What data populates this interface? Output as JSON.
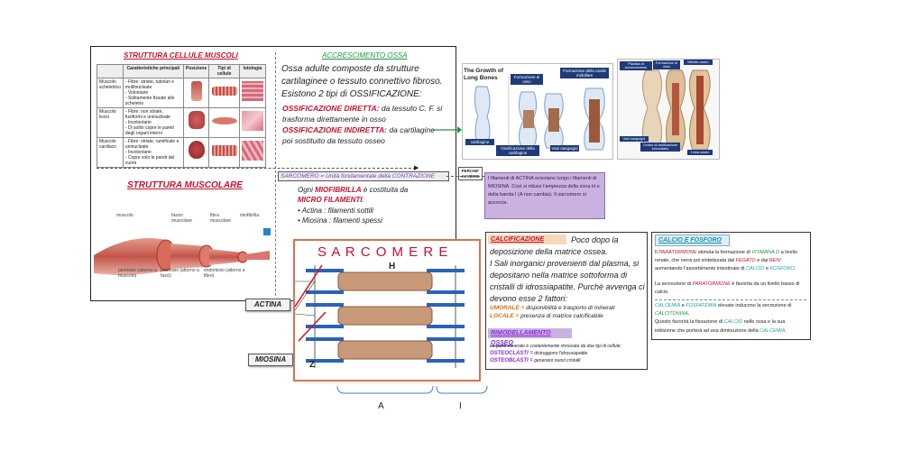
{
  "left_panel": {
    "table_title": "STRUTTURA CELLULE MUSCOLI",
    "table": {
      "headers": [
        "",
        "Caratteristiche principali",
        "Posizione",
        "Tipi di cellule",
        "Istologia"
      ],
      "rows": [
        {
          "name": "Muscolo scheletrico",
          "text": "- Fibre: striate, tubolari e multinucleate\n- Volontarie\n- Solitamente fissate alle scheletro"
        },
        {
          "name": "Muscolo liscio",
          "text": "- Fibre: non striate, fusiformi e uninucleate\n- Involontarie\n- Di solito copre le pareti degli organi interni"
        },
        {
          "name": "Muscolo cardiaco",
          "text": "- Fibre: striate, ramificate e uninucleate\n- Involontarie\n- Copre solo le pareti del cuore"
        }
      ]
    },
    "structure_title": "STRUTTURA MUSCOLARE",
    "diagram_labels": [
      "muscolo",
      "fascio muscolare",
      "fibra muscolare",
      "miofibrilla"
    ],
    "sub_labels": [
      "perimisio (attorno a muscolo)",
      "perimisio (attorno a fasci)",
      "endomisio (attorno a fibre)"
    ]
  },
  "growth": {
    "title_line1": "ACCRESCIMENTO OSSA",
    "body": "Ossa adulte composte da strutture cartilaginee o tessuto connettivo fibroso. Esistono 2 tipi di OSSIFICAZIONE:",
    "direct_label": "OSSIFICAZIONE DIRETTA:",
    "direct_text": " da tessuto C. F. si trasforma direttamente in osso",
    "indirect_label": "OSSIFICAZIONE INDIRETTA:",
    "indirect_text": " da cartilagine poi sostituito da tessuto osseo"
  },
  "long_bones": {
    "title": "The Growth of Long Bones",
    "labels": [
      "Formazione di osso",
      "Formazione della cavità midollare",
      "cartilagine",
      "Ossificazione della cartilagine",
      "Vasi sanguigni"
    ]
  },
  "photo_labels": [
    "Plastica di accrescimento",
    "Formazione di osso",
    "Midollo osseo",
    "Vasi sanguigni",
    "Centro di ossificazione secondario",
    "Linea osseo"
  ],
  "sarcomere_def": {
    "text": "SARCOMERO = Unità fondamentale della CONTRAZIONE",
    "perche": "PERCHE' AVVIENE"
  },
  "actin_note": {
    "text": "I filamenti di ACTINA scivolano lungo i filamenti di MIOSINA. Così si riduce l'ampiezza della zona H e della banda I (A non cambia). Il sarcomero si accorcia."
  },
  "myofibril": {
    "line1_a": "Ogni ",
    "line1_b": "MIOFIBRILLA",
    "line1_c": " è costituita da",
    "line2": "MICRO FILAMENTI",
    "line2_suffix": ":",
    "bullets": [
      "• Actina : filamenti sottili",
      "• Miosina : filamenti spessi"
    ]
  },
  "sarcomere": {
    "title": "S A R C O M E R E",
    "h": "H",
    "z": "Z",
    "a": "A",
    "i": "I",
    "actina": "ACTINA",
    "miosina": "MIOSINA"
  },
  "calcification": {
    "title": "CALCIFICAZIONE",
    "intro": "Poco dopo la deposizione della matrice ossea.",
    "body": "I Sali inorganici provenienti dal plasma, si depositano nella matrice sottoforma di cristalli di idrossiapatite. Purchè avvenga ci devono esse 2 fattori:",
    "umorale_label": "UMORALE =",
    "umorale_text": " disponibilità e trasporto di minerali",
    "locale_label": "LOCALE =",
    "locale_text": " presenza di matrice calcificabile",
    "remodel_title": "RIMODELLAMENTO OSSEO",
    "remodel_text": "La parte minerale è costantemente rinnovata da due tipi di cellule:",
    "osteoclasti_label": "OSTEOCLASTI =",
    "osteoclasti_text": " distruggono l'idrossiapatite",
    "osteoblasti_label": "OSTEOBLASTI =",
    "osteoblasti_text": " generano nuovi cristalli"
  },
  "calcium": {
    "title": "CALCIO E FOSFORO",
    "p1_a": "Il ",
    "p1_b": "PARATORMONE",
    "p1_c": " stimola la formazione di ",
    "p1_d": "VITAMINA D",
    "p1_e": " a livello renale, che verrà poi sintetizzata dal ",
    "p1_f": "FEGATO",
    "p1_g": " e dai ",
    "p1_h": "RENI",
    "p1_i": " aumentando l'assorbimento intestinale di ",
    "p1_j": "CALCIO",
    "p1_k": " e ",
    "p1_l": "FOSFORO",
    "p1_m": ".",
    "p2_a": "La secrezione di ",
    "p2_b": "PARATORMONE",
    "p2_c": " è favorita da un livello basso di calcio.",
    "p3_a": "CALCEMIA",
    "p3_b": " e ",
    "p3_c": "FOSFATEMIA",
    "p3_d": " elevate inducono la secrezione di ",
    "p3_e": "CALCITONINA",
    "p3_f": ".",
    "p4_a": "Questo favorirà la fissazione di ",
    "p4_b": "CALCIO",
    "p4_c": " nelle ossa e la sua inibizione che porterà ad una diminuzione della ",
    "p4_d": "CALCEMIA",
    "p4_e": "."
  },
  "colors": {
    "red": "#c8102e",
    "green": "#1a9641",
    "purple": "#8a2be2",
    "lavender": "#c9b2e0",
    "orange_title": "#f5d9b8",
    "teal": "#1aa3a3"
  }
}
